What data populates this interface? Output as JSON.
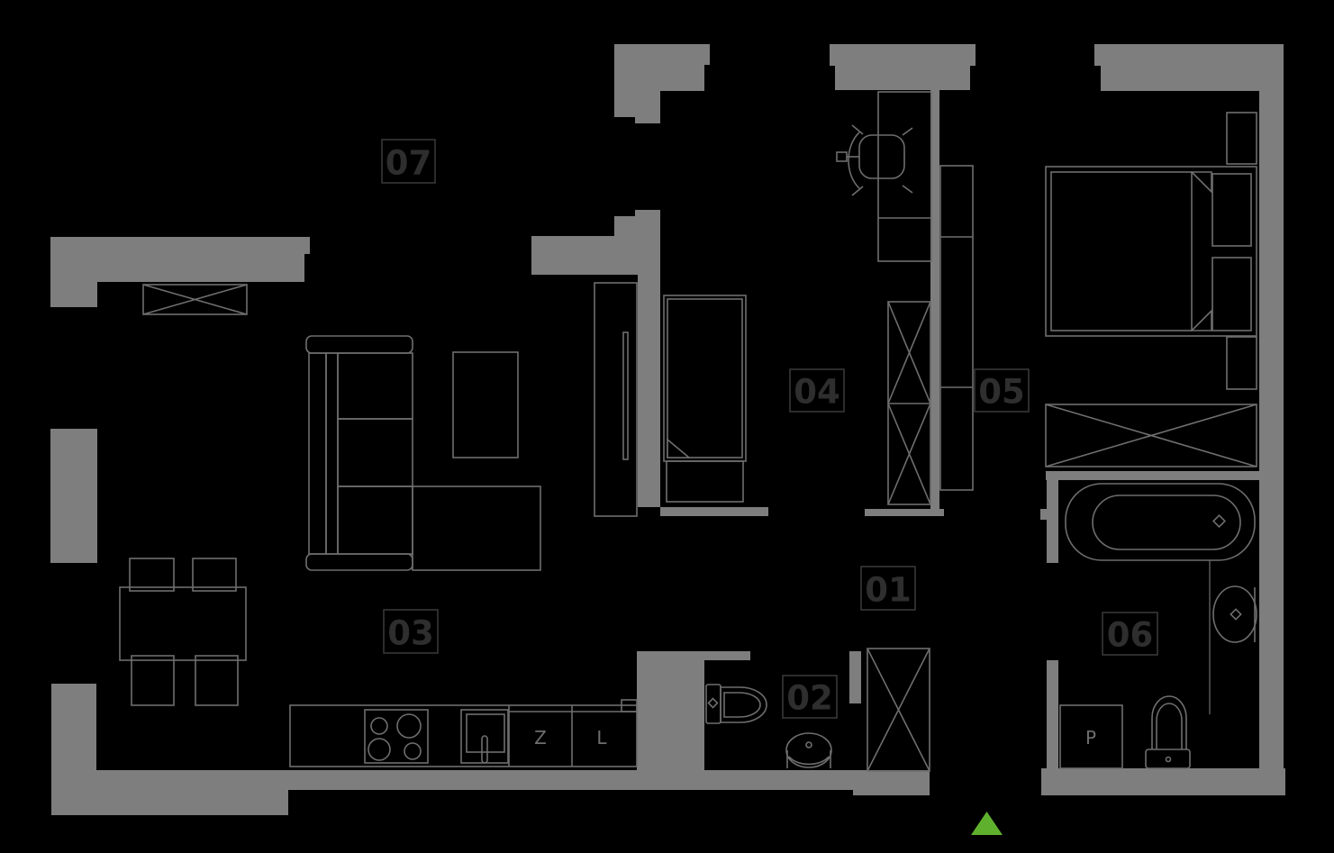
{
  "colors": {
    "background": "#000000",
    "wall": "#7e7e7e",
    "furniture_line": "#6e6e6e",
    "room_label_text": "#2e2e2e",
    "room_label_border": "#3a3a3a",
    "small_label": "#6e6e6e",
    "entrance_arrow": "#5fb12d"
  },
  "floorplan": {
    "type": "apartment-floor-plan",
    "rooms": [
      {
        "number": "01"
      },
      {
        "number": "02"
      },
      {
        "number": "03"
      },
      {
        "number": "04"
      },
      {
        "number": "05"
      },
      {
        "number": "06"
      },
      {
        "number": "07"
      }
    ],
    "fixture_labels": {
      "kitchen_zone_z": "Z",
      "kitchen_zone_l": "L",
      "washing_machine": "P"
    },
    "entrance_marker": "entrance-arrow-up"
  }
}
